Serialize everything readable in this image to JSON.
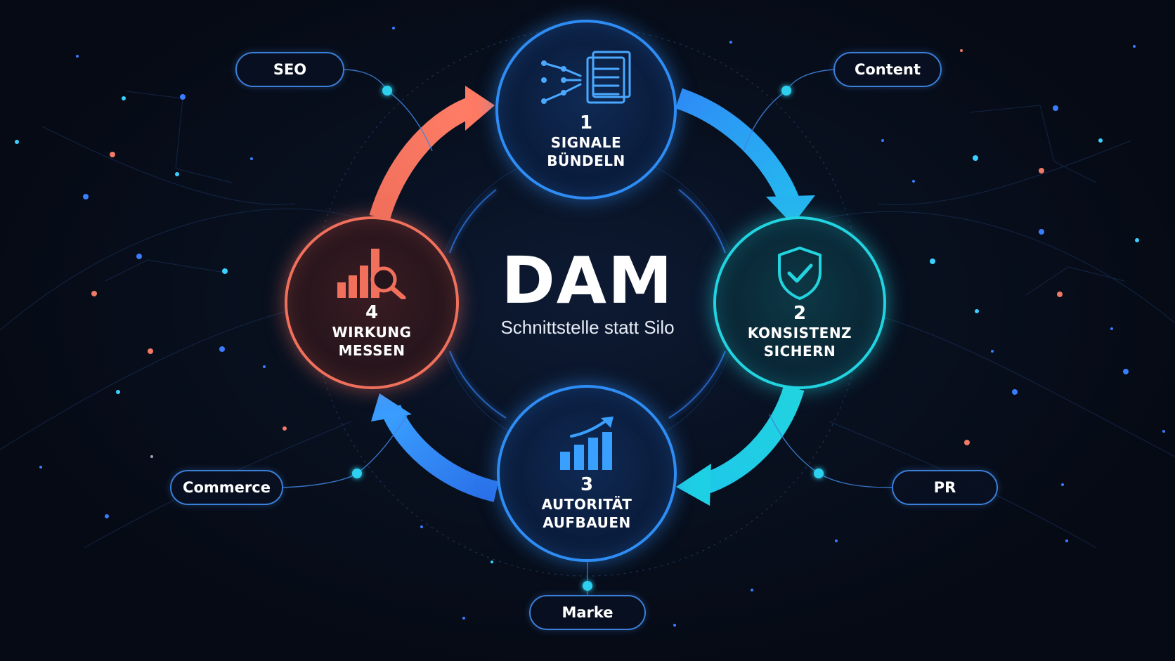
{
  "center": {
    "title": "DAM",
    "subtitle": "Schnittstelle statt Silo"
  },
  "steps": [
    {
      "number": "1",
      "line1": "SIGNALE",
      "line2": "BÜNDELN",
      "icon": "signal-documents-icon",
      "color": "#2e8df5"
    },
    {
      "number": "2",
      "line1": "KONSISTENZ",
      "line2": "SICHERN",
      "icon": "shield-check-icon",
      "color": "#22d3e0"
    },
    {
      "number": "3",
      "line1": "AUTORITÄT",
      "line2": "AUFBAUEN",
      "icon": "growth-chart-icon",
      "color": "#2e8df5"
    },
    {
      "number": "4",
      "line1": "WIRKUNG",
      "line2": "MESSEN",
      "icon": "chart-magnifier-icon",
      "color": "#f0705c"
    }
  ],
  "channels": {
    "seo": "SEO",
    "content": "Content",
    "commerce": "Commerce",
    "pr": "PR",
    "marke": "Marke"
  },
  "colors": {
    "background": "#070b16",
    "blue": "#2e8df5",
    "cyan": "#22d3e0",
    "coral": "#f0705c",
    "tag_border": "#3b7fd8"
  }
}
